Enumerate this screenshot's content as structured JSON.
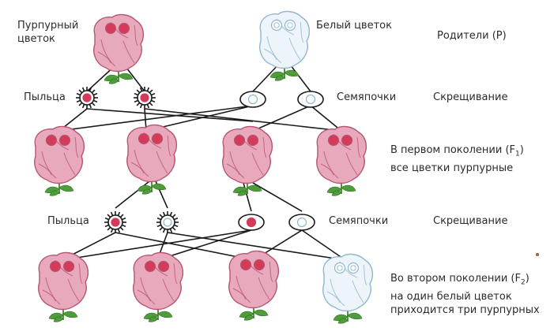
{
  "labels": {
    "purple_flower": [
      "Пурпурный",
      "цветок"
    ],
    "white_flower": "Белый цветок",
    "parents": "Родители (P)",
    "pollen_1": "Пыльца",
    "ovules_1": "Семяпочки",
    "cross_1": "Скрещивание",
    "f1_caption": [
      "В первом поколении (F",
      "1",
      ")",
      "все цветки пурпурные"
    ],
    "pollen_2": "Пыльца",
    "ovules_2": "Семяпочки",
    "cross_2": "Скрещивание",
    "f2_caption": [
      "Во втором поколении (F",
      "2",
      ")",
      "на один белый цветок",
      "приходится три пурпурных"
    ]
  },
  "colors": {
    "purple_petal": "#e9a9bd",
    "purple_edge": "#b5566f",
    "allele_dot": "#d63a5a",
    "white_petal": "#eef5fa",
    "white_edge": "#8fb7cc",
    "leaf": "#4f9c3a",
    "line": "#1a1a1a"
  },
  "icons": {
    "purple": "purple-pea-flower-icon",
    "white": "white-pea-flower-icon",
    "pollen": "pollen-grain-icon",
    "ovule": "ovule-icon"
  }
}
